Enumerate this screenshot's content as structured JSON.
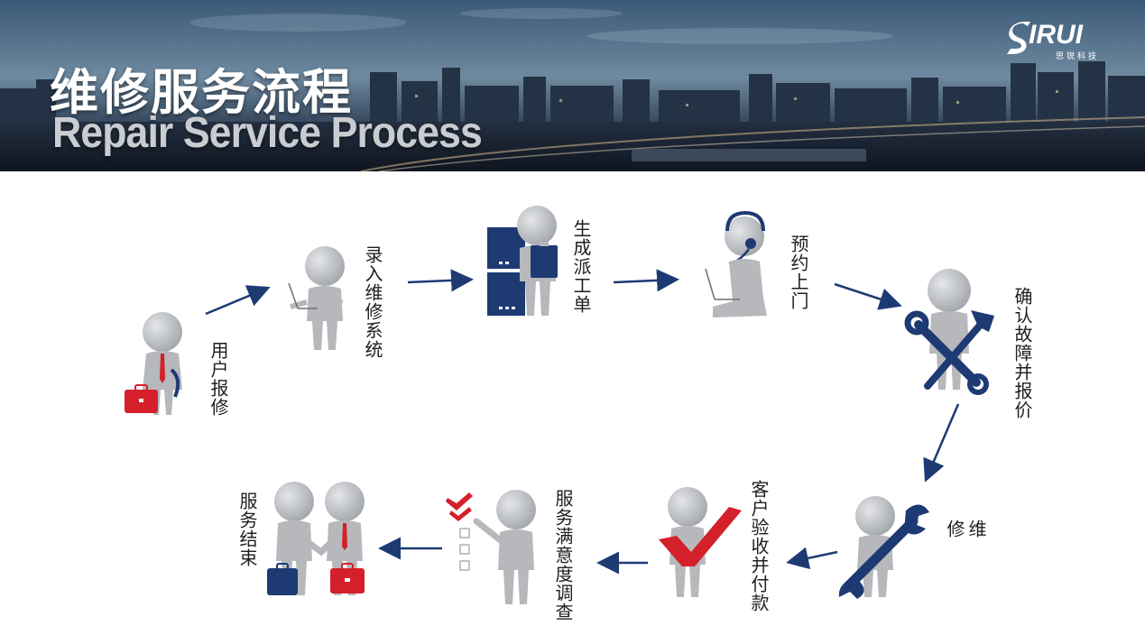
{
  "header": {
    "title_cn": "维修服务流程",
    "title_en": "Repair Service Process",
    "logo_text": "IRUI",
    "logo_sub": "思锐科技"
  },
  "colors": {
    "accent_navy": "#1d3a73",
    "accent_red": "#d4202a",
    "figure_gray": "#b6b8bc",
    "arrow": "#1d3a73"
  },
  "steps": [
    {
      "label": "用户报修",
      "icon": "briefcase-person-icon"
    },
    {
      "label": "录入维修系统",
      "icon": "laptop-person-icon"
    },
    {
      "label": "生成派工单",
      "icon": "clipboard-person-icon"
    },
    {
      "label": "预约上门",
      "icon": "headset-person-icon"
    },
    {
      "label": "确认故障并报价",
      "icon": "tools-person-icon"
    },
    {
      "label": "维修",
      "icon": "wrench-person-icon"
    },
    {
      "label": "客户验收并付款",
      "icon": "checkmark-person-icon"
    },
    {
      "label": "服务满意度调查",
      "icon": "survey-person-icon"
    },
    {
      "label": "服务结束",
      "icon": "handshake-icon"
    }
  ]
}
